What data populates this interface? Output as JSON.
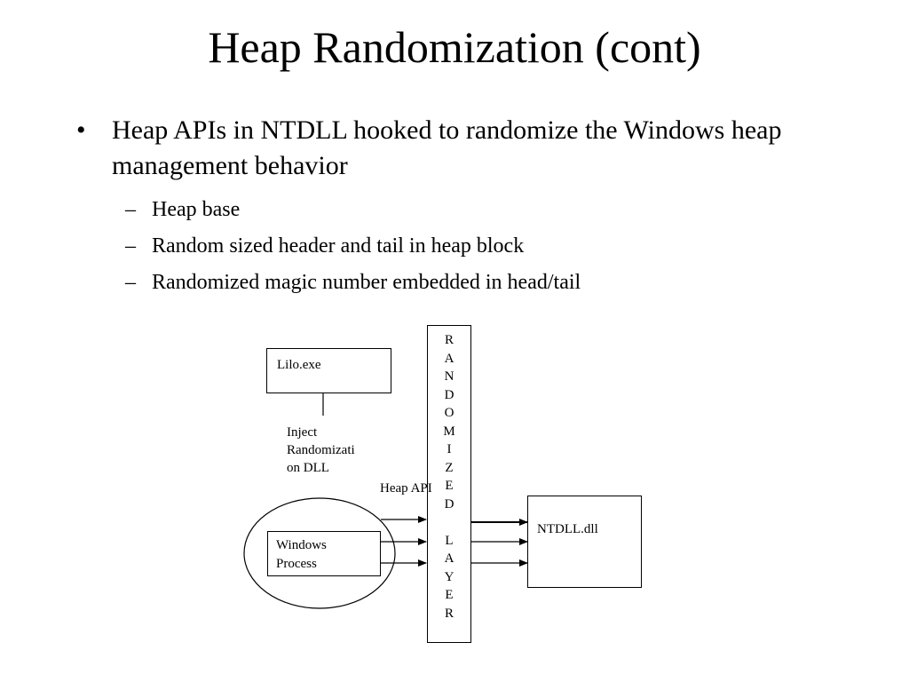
{
  "slide": {
    "title": "Heap Randomization (cont)",
    "bullet_symbol": "•",
    "sub_bullet_symbol": "–",
    "bullet": "Heap APIs in NTDLL hooked to randomize the Windows heap management behavior",
    "sub_bullets": [
      "Heap base",
      "Random sized header and tail in heap block",
      "Randomized magic number embedded in head/tail"
    ]
  },
  "diagram": {
    "lilo_label": "Lilo.exe",
    "inject_label_lines": [
      "Inject",
      "Randomizati",
      "on DLL"
    ],
    "heap_api_label": "Heap API",
    "windows_process_lines": [
      "Windows",
      "Process"
    ],
    "ntdll_label": "NTDLL.dll",
    "layer_letters": [
      "R",
      "A",
      "N",
      "D",
      "O",
      "M",
      "I",
      "Z",
      "E",
      "D",
      " ",
      "L",
      "A",
      "Y",
      "E",
      "R"
    ]
  }
}
